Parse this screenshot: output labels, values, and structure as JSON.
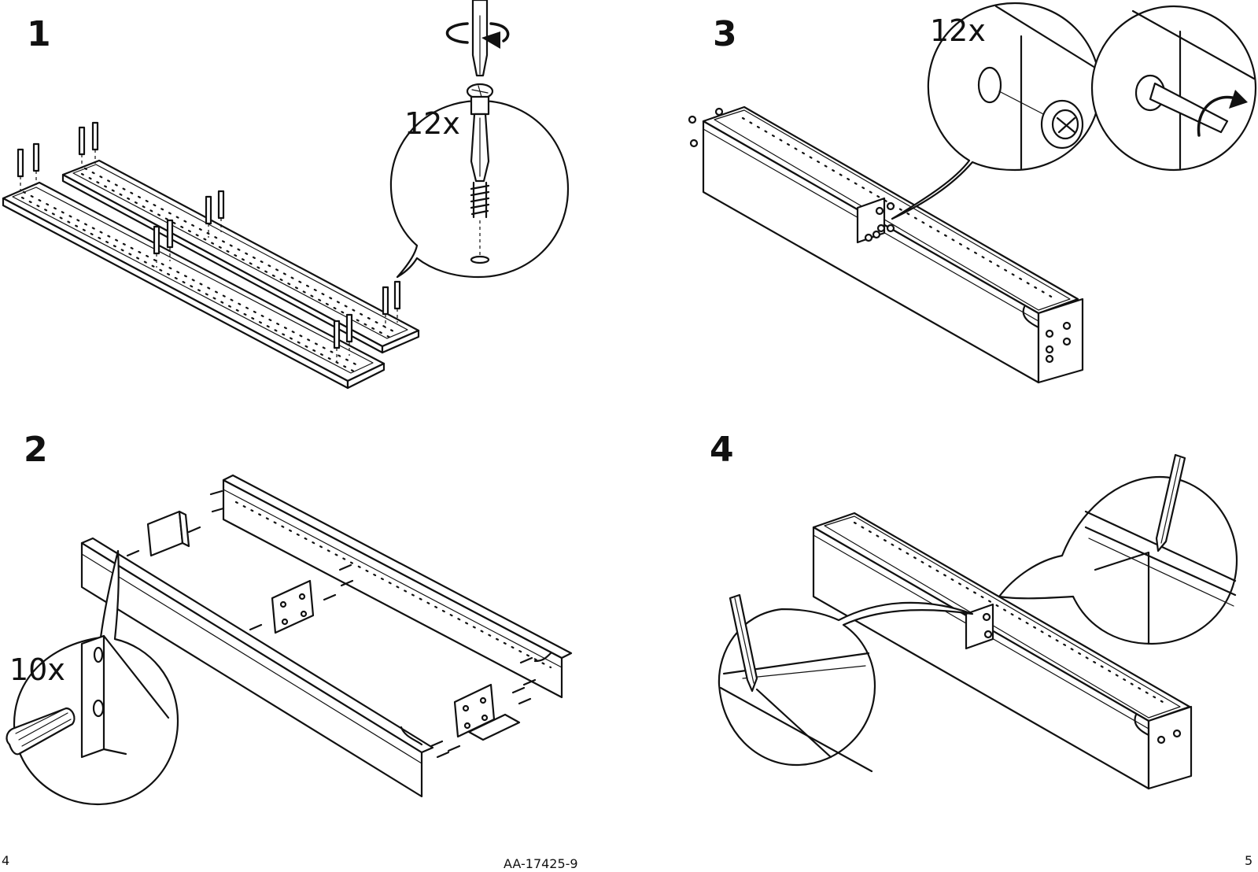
{
  "steps": [
    {
      "number": "1",
      "quantity": "12x"
    },
    {
      "number": "2",
      "quantity": "10x"
    },
    {
      "number": "3",
      "quantity": "12x"
    },
    {
      "number": "4"
    }
  ],
  "footer": {
    "left_page_number": "4",
    "document_code": "AA-17425-9",
    "right_page_number": "5"
  }
}
